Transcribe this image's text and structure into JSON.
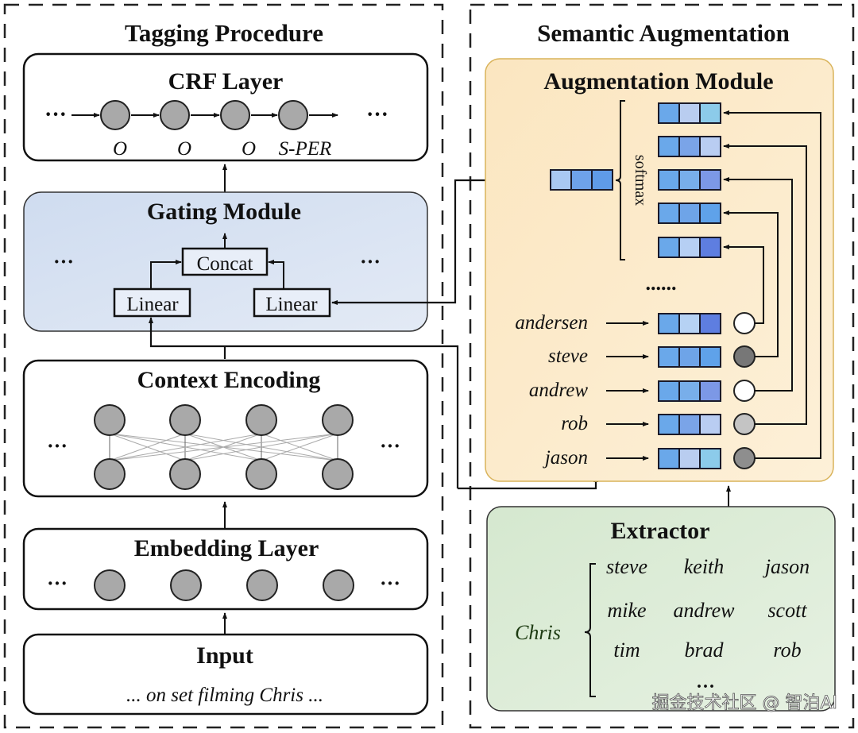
{
  "panels": {
    "tagging": {
      "title": "Tagging Procedure"
    },
    "semantic": {
      "title": "Semantic Augmentation"
    }
  },
  "crf_layer": {
    "title": "CRF Layer",
    "ellipsis": "···",
    "labels": [
      "O",
      "O",
      "O",
      "S-PER"
    ]
  },
  "gating_module": {
    "title": "Gating Module",
    "concat_label": "Concat",
    "linear_left_label": "Linear",
    "linear_right_label": "Linear",
    "ellipsis": "···"
  },
  "context_encoding": {
    "title": "Context Encoding",
    "ellipsis": "···"
  },
  "embedding_layer": {
    "title": "Embedding Layer",
    "ellipsis": "···"
  },
  "input": {
    "title": "Input",
    "sentence": "... on set filming Chris ..."
  },
  "augmentation_module": {
    "title": "Augmentation Module",
    "softmax_label": "softmax",
    "ellipsis": "......",
    "words": [
      {
        "word": "andersen",
        "gate": "white"
      },
      {
        "word": "steve",
        "gate": "dark-gray"
      },
      {
        "word": "andrew",
        "gate": "white"
      },
      {
        "word": "rob",
        "gate": "light-gray"
      },
      {
        "word": "jason",
        "gate": "mid-gray"
      }
    ]
  },
  "extractor": {
    "title": "Extractor",
    "query": "Chris",
    "candidates": [
      [
        "steve",
        "keith",
        "jason"
      ],
      [
        "mike",
        "andrew",
        "scott"
      ],
      [
        "tim",
        "brad",
        "rob"
      ]
    ],
    "ellipsis": "···"
  },
  "watermark": "掘金技术社区 @ 智泊AI",
  "colors": {
    "gating_fill": "#d9e3f2",
    "augmentation_fill": "#fcebc9",
    "extractor_fill": "#dcebd6",
    "node_fill": "#a9a9a9",
    "vector_blue": "#6ea6e8"
  }
}
